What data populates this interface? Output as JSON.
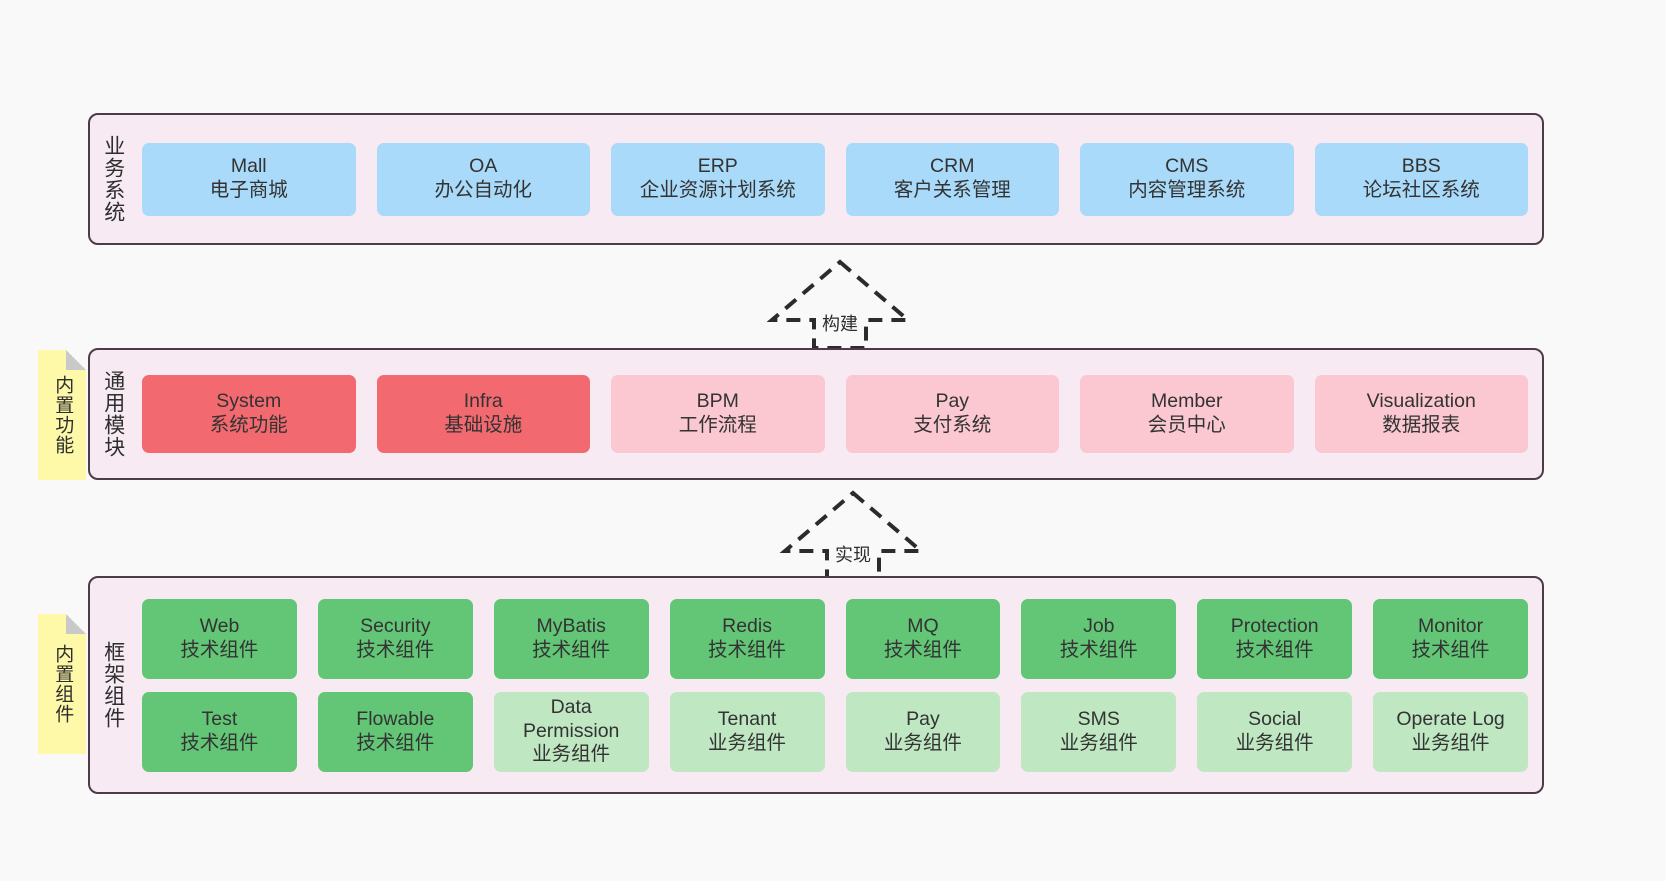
{
  "diagram": {
    "title": "ruoyi-vue-pro architecture layers",
    "colors": {
      "background": "#f9f9f9",
      "layer_container": "#f7eaf3",
      "layer_border": "#4d3b4a",
      "business_box": "#a9daf9",
      "module_core_box": "#f26a70",
      "module_box": "#fbc7d0",
      "tech_component_box": "#63c677",
      "business_component_box": "#bfe7c1",
      "sticky_note": "#fdf9a8"
    }
  },
  "layers": [
    {
      "id": "business",
      "label": "业务系统",
      "rows": [
        [
          {
            "title": "Mall",
            "subtitle": "电子商城",
            "style": "c-blue"
          },
          {
            "title": "OA",
            "subtitle": "办公自动化",
            "style": "c-blue"
          },
          {
            "title": "ERP",
            "subtitle": "企业资源计划系统",
            "style": "c-blue"
          },
          {
            "title": "CRM",
            "subtitle": "客户关系管理",
            "style": "c-blue"
          },
          {
            "title": "CMS",
            "subtitle": "内容管理系统",
            "style": "c-blue"
          },
          {
            "title": "BBS",
            "subtitle": "论坛社区系统",
            "style": "c-blue"
          }
        ]
      ]
    },
    {
      "id": "modules",
      "label": "通用模块",
      "sticky": "内置功能",
      "rows": [
        [
          {
            "title": "System",
            "subtitle": "系统功能",
            "style": "c-red"
          },
          {
            "title": "Infra",
            "subtitle": "基础设施",
            "style": "c-red"
          },
          {
            "title": "BPM",
            "subtitle": "工作流程",
            "style": "c-pink"
          },
          {
            "title": "Pay",
            "subtitle": "支付系统",
            "style": "c-pink"
          },
          {
            "title": "Member",
            "subtitle": "会员中心",
            "style": "c-pink"
          },
          {
            "title": "Visualization",
            "subtitle": "数据报表",
            "style": "c-pink"
          }
        ]
      ]
    },
    {
      "id": "framework",
      "label": "框架组件",
      "sticky": "内置组件",
      "rows": [
        [
          {
            "title": "Web",
            "subtitle": "技术组件",
            "style": "c-green"
          },
          {
            "title": "Security",
            "subtitle": "技术组件",
            "style": "c-green"
          },
          {
            "title": "MyBatis",
            "subtitle": "技术组件",
            "style": "c-green"
          },
          {
            "title": "Redis",
            "subtitle": "技术组件",
            "style": "c-green"
          },
          {
            "title": "MQ",
            "subtitle": "技术组件",
            "style": "c-green"
          },
          {
            "title": "Job",
            "subtitle": "技术组件",
            "style": "c-green"
          },
          {
            "title": "Protection",
            "subtitle": "技术组件",
            "style": "c-green"
          },
          {
            "title": "Monitor",
            "subtitle": "技术组件",
            "style": "c-green"
          }
        ],
        [
          {
            "title": "Test",
            "subtitle": "技术组件",
            "style": "c-green"
          },
          {
            "title": "Flowable",
            "subtitle": "技术组件",
            "style": "c-green"
          },
          {
            "title": "Data Permission",
            "subtitle": "业务组件",
            "style": "c-lightgreen"
          },
          {
            "title": "Tenant",
            "subtitle": "业务组件",
            "style": "c-lightgreen"
          },
          {
            "title": "Pay",
            "subtitle": "业务组件",
            "style": "c-lightgreen"
          },
          {
            "title": "SMS",
            "subtitle": "业务组件",
            "style": "c-lightgreen"
          },
          {
            "title": "Social",
            "subtitle": "业务组件",
            "style": "c-lightgreen"
          },
          {
            "title": "Operate Log",
            "subtitle": "业务组件",
            "style": "c-lightgreen"
          }
        ]
      ]
    }
  ],
  "connectors": [
    {
      "id": "build",
      "label": "构建",
      "from": "modules",
      "to": "business"
    },
    {
      "id": "implement",
      "label": "实现",
      "from": "framework",
      "to": "modules"
    }
  ]
}
